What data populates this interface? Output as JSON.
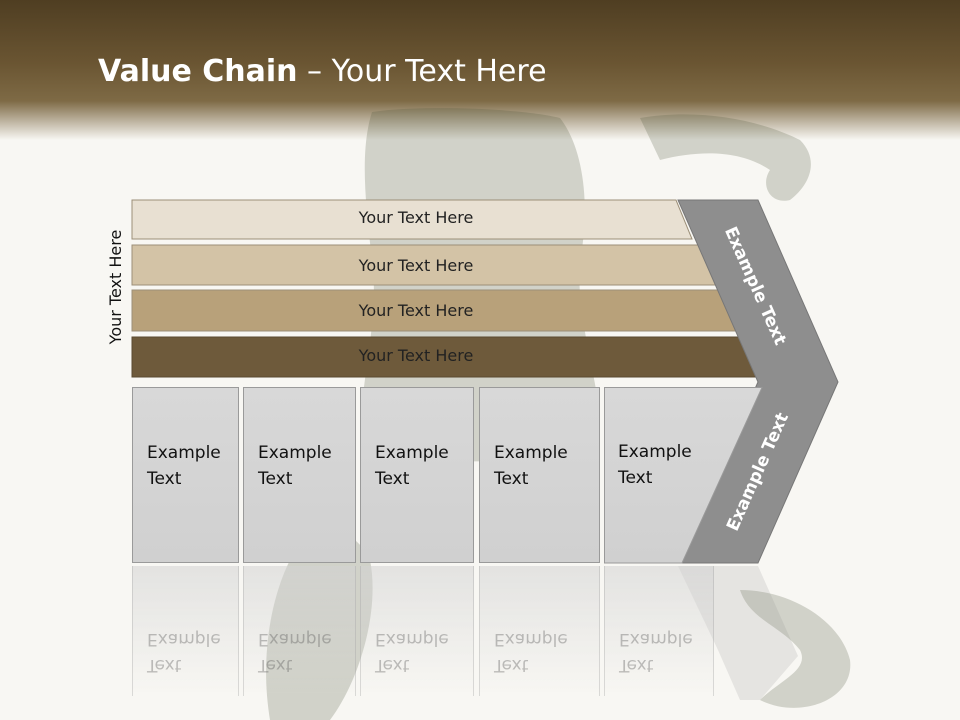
{
  "slide": {
    "title_bold": "Value Chain",
    "title_rest": " – Your Text Here",
    "side_label": "Your Text Here"
  },
  "bars": [
    {
      "label": "Your Text Here",
      "color": "#e8e0d2"
    },
    {
      "label": "Your Text Here",
      "color": "#d3c3a6"
    },
    {
      "label": "Your Text Here",
      "color": "#b8a17a"
    },
    {
      "label": "Your Text Here",
      "color": "#6e5a3b"
    }
  ],
  "columns": [
    {
      "line1": "Example",
      "line2": "Text"
    },
    {
      "line1": "Example",
      "line2": "Text"
    },
    {
      "line1": "Example",
      "line2": "Text"
    },
    {
      "line1": "Example",
      "line2": "Text"
    },
    {
      "line1": "Example",
      "line2": "Text"
    }
  ],
  "chevron": {
    "upper_label": "Example Text",
    "lower_label": "Example Text",
    "color": "#8e8e8e"
  },
  "colors": {
    "header": "#5b4a2c",
    "background": "#f8f7f3"
  }
}
